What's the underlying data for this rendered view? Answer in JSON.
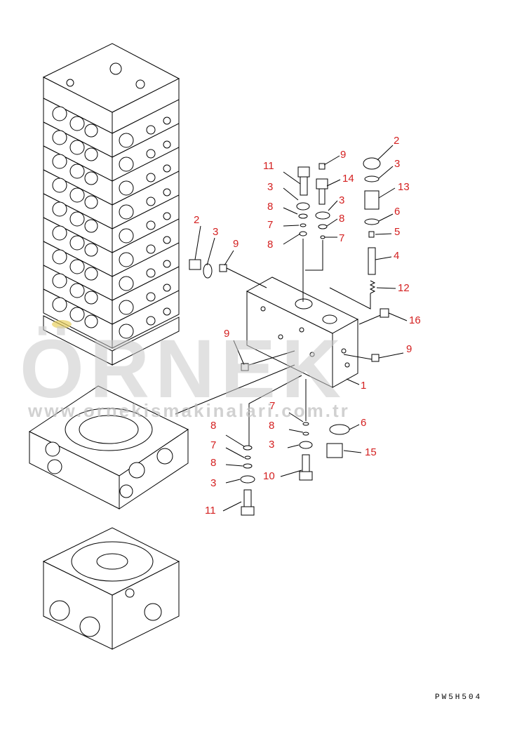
{
  "watermark": {
    "brand": "ÖRNEK",
    "url": "www.ornekismakinalari.com.tr"
  },
  "drawing_code": "PW5H504",
  "callouts": [
    "1",
    "2",
    "3",
    "4",
    "5",
    "6",
    "7",
    "8",
    "9",
    "10",
    "11",
    "12",
    "13",
    "14",
    "15",
    "16"
  ],
  "labels": {
    "l11a": "11",
    "l9a": "9",
    "l2a": "2",
    "l3a": "3",
    "l14": "14",
    "l3b": "3",
    "l13": "13",
    "l3c": "3",
    "l8a": "8",
    "l8b": "8",
    "l6a": "6",
    "l7a": "7",
    "l5": "5",
    "l2b": "2",
    "l3d": "3",
    "l9b": "9",
    "l8c": "8",
    "l7b": "7",
    "l4": "4",
    "l12": "12",
    "l16": "16",
    "l9c": "9",
    "l9d": "9",
    "l1": "1",
    "l7c": "7",
    "l8d": "8",
    "l6b": "6",
    "l8e": "8",
    "l7d": "7",
    "l3e": "3",
    "l15": "15",
    "l8f": "8",
    "l10": "10",
    "l3f": "3",
    "l11b": "11"
  },
  "colors": {
    "callout": "#d42020",
    "linework": "#000000",
    "watermark": "#c8c8c8",
    "accent_yellow": "#e8d060"
  }
}
